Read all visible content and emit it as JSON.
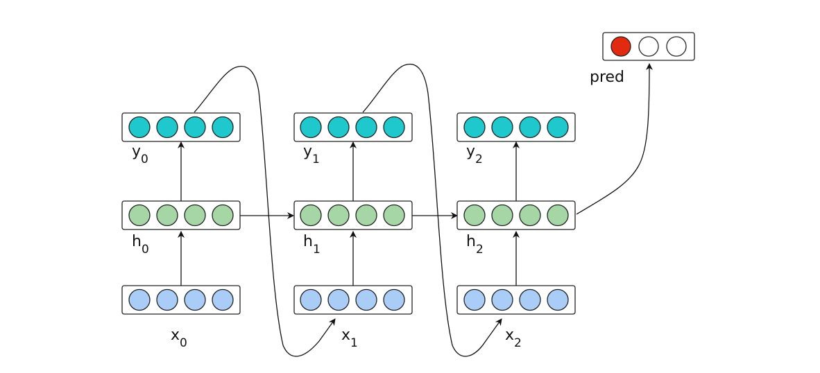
{
  "colors": {
    "y": "#1ec8cd",
    "h": "#a6d6a6",
    "x": "#a9cdf7",
    "pred_on": "#e12a10",
    "pred_off": "#ffffff"
  },
  "steps": [
    {
      "y": {
        "base": "y",
        "sub": "0"
      },
      "h": {
        "base": "h",
        "sub": "0"
      },
      "x": {
        "base": "x",
        "sub": "0"
      }
    },
    {
      "y": {
        "base": "y",
        "sub": "1"
      },
      "h": {
        "base": "h",
        "sub": "1"
      },
      "x": {
        "base": "x",
        "sub": "1"
      }
    },
    {
      "y": {
        "base": "y",
        "sub": "2"
      },
      "h": {
        "base": "h",
        "sub": "2"
      },
      "x": {
        "base": "x",
        "sub": "2"
      }
    }
  ],
  "pred": {
    "label": "pred",
    "units": [
      "on",
      "off",
      "off"
    ]
  }
}
